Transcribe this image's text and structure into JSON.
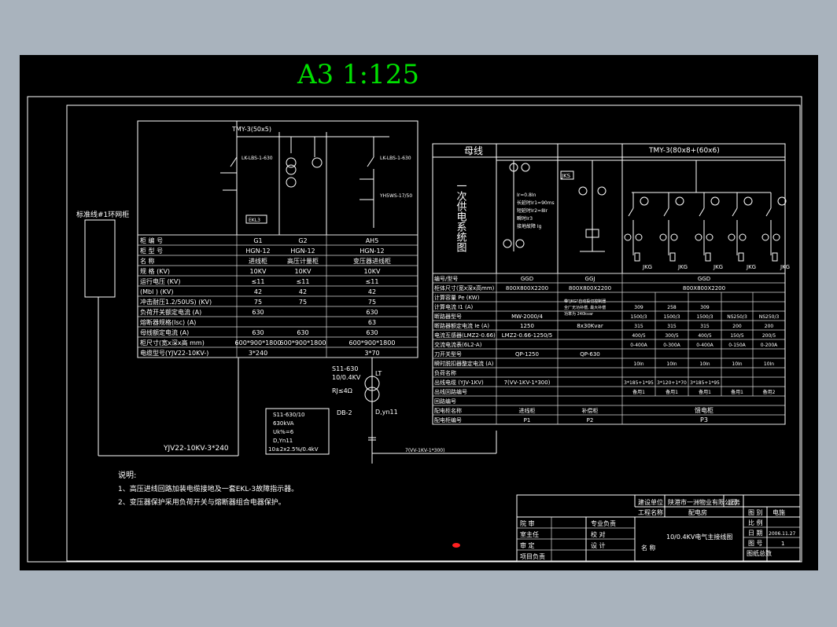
{
  "title": "A3  1:125",
  "busbar_label": "TMY-3(50x5)",
  "left_panel": {
    "side_label": "标准线#1环网柜",
    "switch_label_1": "LK-LBS-1-630",
    "switch_label_2": "LK-LBS-1-630",
    "fuse_label": "YH5WS-17/50",
    "ek_label": "EKL3",
    "row_labels": [
      "柜 编 号",
      "柜 型 号",
      "名    称",
      "规  格  (KV)",
      "运行电压 (KV)",
      "(Mbl  )  (KV)",
      "冲击耐压1.2/50US) (KV)",
      "负荷开关额定电流 (A)",
      "熔断器规格(Isc) (A)",
      "母线额定电流 (A)",
      "柜尺寸(宽x深x高 mm)",
      "电缆型号(YJV22-10KV-)"
    ],
    "columns": [
      {
        "values": [
          "G1",
          "HGN-12",
          "进线柜",
          "10KV",
          "≤11",
          "42",
          "75",
          "630",
          "",
          "630",
          "600*900*1800",
          "3*240"
        ]
      },
      {
        "values": [
          "G2",
          "HGN-12",
          "高压计量柜",
          "10KV",
          "≤11",
          "42",
          "75",
          "",
          "",
          "630",
          "600*900*1800",
          ""
        ]
      },
      {
        "values": [
          "AH5",
          "HGN-12",
          "变压器进线柜",
          "10KV",
          "≤11",
          "42",
          "75",
          "630",
          "63",
          "630",
          "600*900*1800",
          "3*70"
        ]
      }
    ],
    "cable_label": "YJV22-10KV-3*240"
  },
  "transformer": {
    "label1": "S11-630",
    "label2": "10/0.4KV",
    "lt": "LT",
    "rj": "RJ≤4Ω",
    "db": "DB-2",
    "dyn": "D,yn11",
    "spec": [
      "S11-630/10",
      "630kVA",
      "Uk%=6",
      "D,Yn11",
      "10±2x2.5%/0.4kV"
    ],
    "lv_cable": "7(VV-1KV-1*300)"
  },
  "right_panel": {
    "busbar_header": "母线",
    "busbar_spec": "TMY-3(80x8+(60x6)",
    "vertical_label": "一次供电系统图",
    "jks": "JKS",
    "jkg": [
      "JKG",
      "JKG",
      "JKG",
      "JKG",
      "JKG"
    ],
    "row_labels": [
      "编号/型号",
      "柜体尺寸(宽x深x高mm)",
      "计算容量 Pe (KW)",
      "计算电流 I1 (A)",
      "断路器型号",
      "断路器额定电流 Ie (A)",
      "电流互感器(LMZ2-0.66)",
      "交流电流表(6L2-A)",
      "刀开关型号",
      "瞬时脱扣器整定电流 (A)",
      "负荷名称",
      "出线电缆 (YJV-1KV)",
      "出线回路编号",
      "回路编号",
      "配电柜名称",
      "配电柜编号"
    ],
    "p1": [
      "GGD",
      "800X800X2200",
      "",
      "",
      "MW-2000/4",
      "1250",
      "LMZ2-0.66-1250/5",
      "",
      "QP-1250",
      "",
      "",
      "7(VV-1KV-1*300)",
      "",
      "",
      "进线柜",
      "P1"
    ],
    "p2": [
      "GGJ",
      "800X800X2200",
      "",
      "",
      "",
      "",
      "",
      "",
      "QP-630",
      "",
      "",
      "",
      "",
      "",
      "补偿柜",
      "P2"
    ],
    "p3_header": [
      "GGD",
      "800X800X2200"
    ],
    "p3_cells": [
      [
        "",
        "",
        "",
        "",
        ""
      ],
      [
        "309",
        "258",
        "309",
        "",
        ""
      ],
      [
        "1500/3",
        "1500/3",
        "1500/3",
        "NS250/3",
        "NS250/3"
      ],
      [
        "315",
        "315",
        "315",
        "200",
        "200"
      ],
      [
        "400/5",
        "300/5",
        "400/5",
        "150/5",
        "200/5"
      ],
      [
        "0-400A",
        "0-300A",
        "0-400A",
        "0-150A",
        "0-200A"
      ],
      [
        "",
        "",
        "",
        "",
        ""
      ],
      [
        "10In",
        "10In",
        "10In",
        "10In",
        "10In"
      ],
      [
        "",
        "",
        "",
        "",
        ""
      ],
      [
        "3*185+1*95",
        "3*120+1*70",
        "3*185+1*95",
        "",
        ""
      ],
      [
        "备用1",
        "备用1",
        "备用1",
        "备用1",
        "备用2"
      ]
    ],
    "p3_name": "馈电柜",
    "p3_code": "P3",
    "comp_note": [
      "带\"JKG\"自动投切控制器",
      "全厂无功补偿, 最大补偿",
      "功率为 240kvar"
    ],
    "comp_cap": "8x30Kvar",
    "breaker_notes": [
      "Ir=0.8In",
      "长延时Ir1=90ms",
      "短延时Ir2=8Ir",
      "瞬时Ir3",
      "接地故障 Ig"
    ]
  },
  "notes": {
    "heading": "说明:",
    "items": [
      "1、高压进线回路加装电缆接地及一套EKL-3故障指示器。",
      "2、变压器保护采用负荷开关与熔断器组合电器保护。"
    ]
  },
  "title_block": {
    "company_label": "建设单位",
    "company": "陕港市一洲物业有限公司",
    "project_label": "工程名称",
    "project": "配电房",
    "business": "业务",
    "drawing_cat": "图  别",
    "cat_value": "电施",
    "scale_label": "比 例",
    "date_label": "日 期",
    "date_value": "2006.11.27",
    "num_label": "图 号",
    "num_value": "1",
    "total_label": "图纸总数",
    "name_label": "名  称",
    "drawing_name": "10/0.4KV电气主接线图",
    "roles": [
      [
        "院  审",
        "专业负责"
      ],
      [
        "室主任",
        "校  对"
      ],
      [
        "审  定",
        "设  计"
      ],
      [
        "项目负责",
        ""
      ]
    ]
  }
}
